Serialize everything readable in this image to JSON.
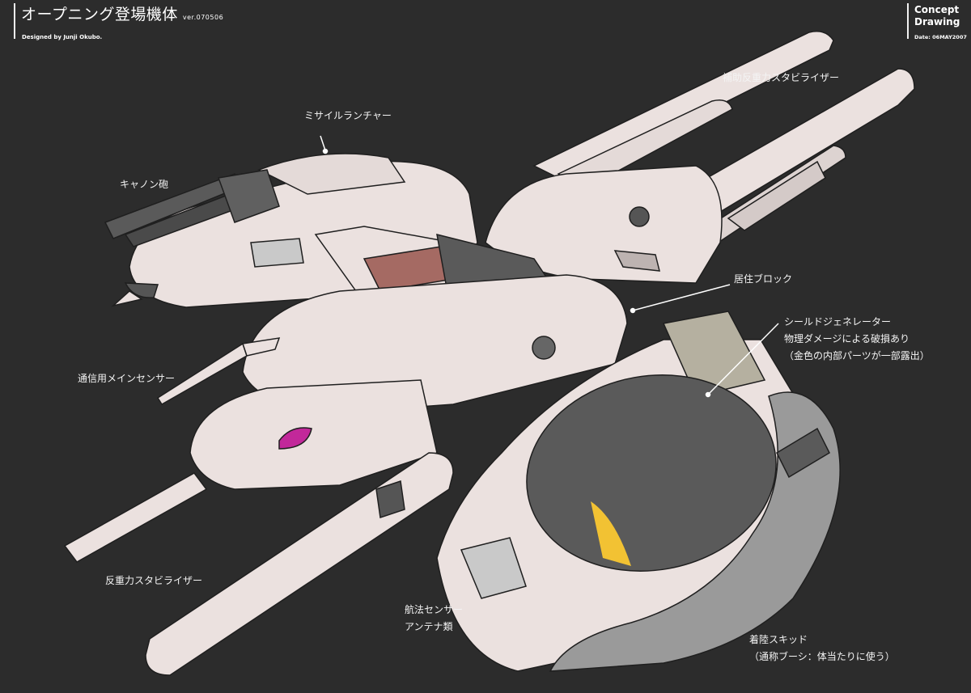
{
  "header": {
    "title": "オープニング登場機体",
    "version": "ver.070506",
    "designer": "Designed by Junji Okubo.",
    "concept_line1": "Concept",
    "concept_line2": "Drawing",
    "date": "Date: 06MAY2007"
  },
  "labels": {
    "aux_stabilizer": "補助反重力スタビライザー",
    "missile_launcher": "ミサイルランチャー",
    "cannon": "キャノン砲",
    "living_block": "居住ブロック",
    "shield_generator_1": "シールドジェネレーター",
    "shield_generator_2": "物理ダメージによる破損あり",
    "shield_generator_3": "（金色の内部パーツが一部露出）",
    "comm_sensor": "通信用メインセンサー",
    "stabilizer": "反重力スタビライザー",
    "nav_sensor_1": "航法センサー",
    "nav_sensor_2": "アンテナ類",
    "landing_skid_1": "着陸スキッド",
    "landing_skid_2": "（通称ブーシ：体当たりに使う）"
  },
  "colors": {
    "background": "#2c2c2c",
    "hull": "#ebe1df",
    "hull_shadow": "#c9bfbd",
    "dark_part": "#545454",
    "leader_line": "#ffffff",
    "emblem": "#c2289a",
    "damage_glow": "#f2c233"
  }
}
